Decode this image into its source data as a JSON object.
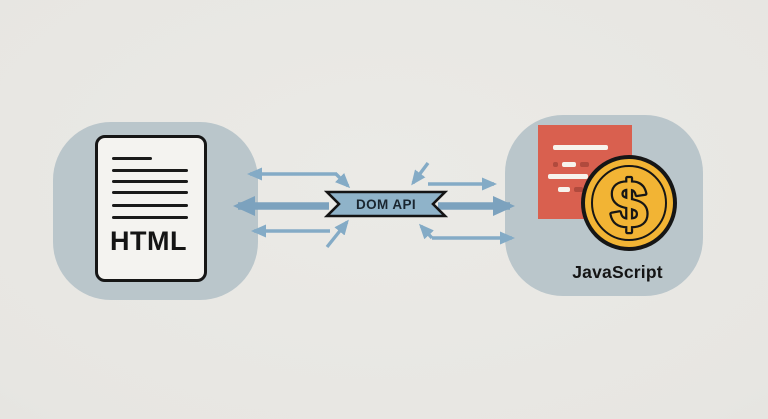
{
  "nodes": {
    "html": {
      "label": "HTML",
      "icon": "document-icon"
    },
    "dom_api": {
      "label": "DOM API",
      "shape": "ribbon-banner"
    },
    "javascript": {
      "label": "JavaScript",
      "icons": [
        "code-snippet-icon",
        "dollar-coin-icon"
      ],
      "coin_symbol": "$"
    }
  },
  "connections": [
    {
      "from": "dom_api",
      "to": "html",
      "style": "thick-arrow"
    },
    {
      "from": "dom_api",
      "to": "html",
      "style": "thin-arrow-top-elbow"
    },
    {
      "from": "dom_api",
      "to": "html",
      "style": "thin-arrow-bottom"
    },
    {
      "from": "html",
      "to": "dom_api",
      "style": "thin-diagonal-in"
    },
    {
      "from": "dom_api",
      "to": "javascript",
      "style": "thick-arrow"
    },
    {
      "from": "dom_api",
      "to": "javascript",
      "style": "thin-arrow-top"
    },
    {
      "from": "dom_api",
      "to": "javascript",
      "style": "thin-arrow-bottom-elbow"
    },
    {
      "from": "javascript",
      "to": "dom_api",
      "style": "thin-diagonal-in"
    }
  ],
  "colors": {
    "background": "#e7e6e2",
    "node_blob": "#bac6cb",
    "ribbon_fill": "#8fb3c9",
    "arrow_thin": "#84abc6",
    "arrow_thick": "#7ca2be",
    "document_fill": "#f4f3f0",
    "code_card": "#d9604f",
    "code_dash_light": "#f7f3ec",
    "code_dash_dark": "#b04a3d",
    "coin_gold": "#f2b434",
    "outline": "#161616"
  }
}
